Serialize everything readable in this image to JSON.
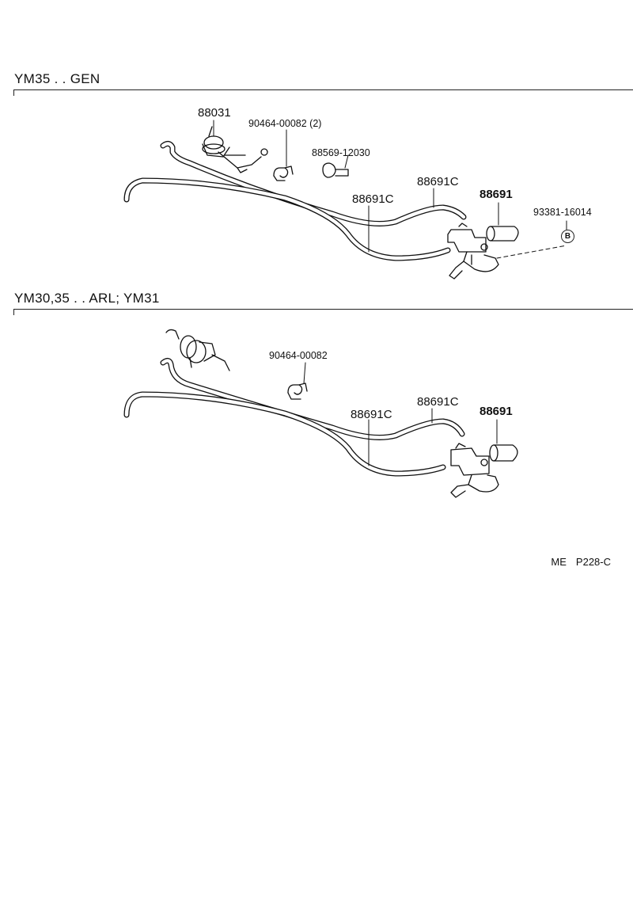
{
  "sections": [
    {
      "title": "YM35 . . GEN",
      "labels": {
        "actuator": "88031",
        "clip": "90464-00082 (2)",
        "clamp": "88569-12030",
        "hose_upper": "88691C",
        "hose_lower": "88691C",
        "valve": "88691",
        "bolt": "93381-16014",
        "bolt_mark": "B"
      }
    },
    {
      "title": "YM30,35 . . ARL; YM31",
      "labels": {
        "clip": "90464-00082",
        "hose_upper": "88691C",
        "hose_lower": "88691C",
        "valve": "88691"
      }
    }
  ],
  "footer": {
    "code_prefix": "ME",
    "code": "P228-C"
  }
}
